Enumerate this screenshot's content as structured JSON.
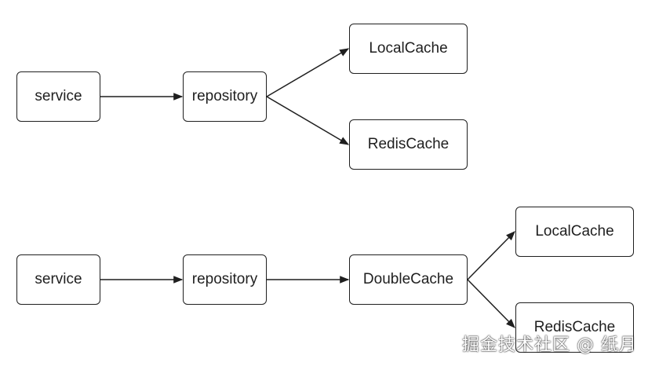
{
  "diagram1": {
    "service": "service",
    "repository": "repository",
    "local_cache": "LocalCache",
    "redis_cache": "RedisCache"
  },
  "diagram2": {
    "service": "service",
    "repository": "repository",
    "double_cache": "DoubleCache",
    "local_cache": "LocalCache",
    "redis_cache": "RedisCache"
  },
  "watermark": "掘金技术社区 @ 纸月",
  "colors": {
    "stroke": "#1f1f1f",
    "background": "#ffffff"
  }
}
